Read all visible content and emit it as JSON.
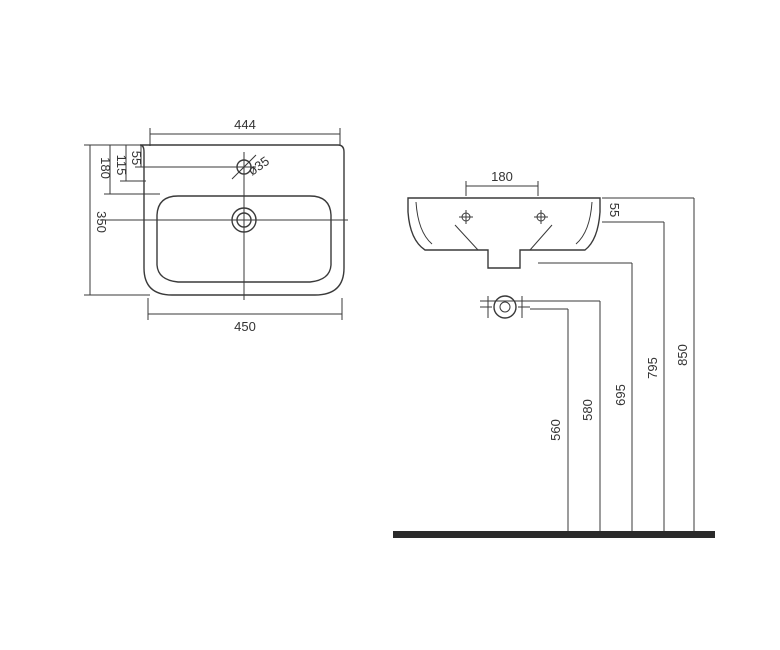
{
  "top_view": {
    "width_top": "444",
    "width_bottom": "450",
    "depth": "350",
    "tap_offset_1": "55",
    "tap_offset_2": "115",
    "tap_offset_3": "180",
    "tap_hole": "ø35"
  },
  "side_view": {
    "tap_spacing": "180",
    "rim_thickness": "55",
    "height_560": "560",
    "height_580": "580",
    "height_695": "695",
    "height_795": "795",
    "height_850": "850"
  },
  "colors": {
    "line": "#3a3a3a",
    "floor": "#2b2b2b"
  }
}
